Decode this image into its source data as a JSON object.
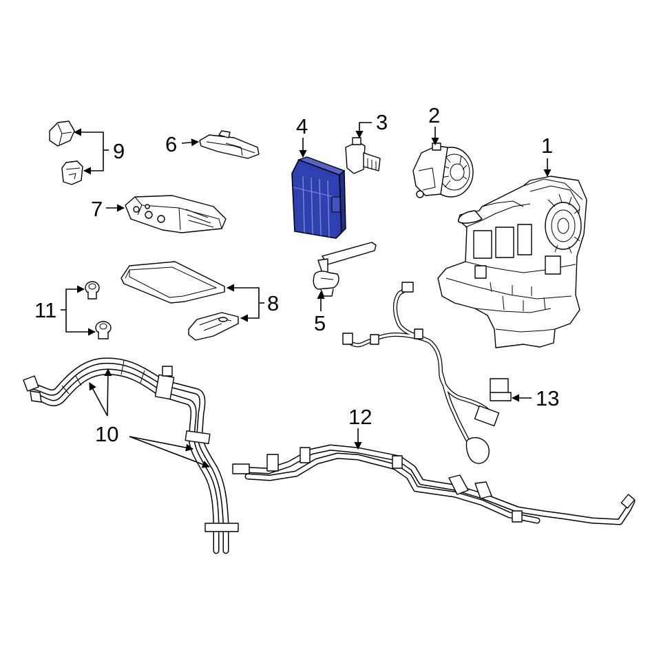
{
  "diagram": {
    "highlight_color": "#2e3fb0",
    "callouts": {
      "c1": "1",
      "c2": "2",
      "c3": "3",
      "c4": "4",
      "c5": "5",
      "c6": "6",
      "c7": "7",
      "c8": "8",
      "c9": "9",
      "c10": "10",
      "c11": "11",
      "c12": "12",
      "c13": "13"
    },
    "parts": [
      {
        "callout": "1",
        "icon": "hvac-housing-icon"
      },
      {
        "callout": "2",
        "icon": "blower-motor-icon"
      },
      {
        "callout": "3",
        "icon": "resistor-icon"
      },
      {
        "callout": "4",
        "icon": "heater-core-icon",
        "highlighted": true
      },
      {
        "callout": "5",
        "icon": "actuator-icon"
      },
      {
        "callout": "6",
        "icon": "seal-icon"
      },
      {
        "callout": "7",
        "icon": "evaporator-icon"
      },
      {
        "callout": "8",
        "icon": "filter-cover-icon"
      },
      {
        "callout": "9",
        "icon": "sensor-icon"
      },
      {
        "callout": "10",
        "icon": "ac-hose-icon"
      },
      {
        "callout": "11",
        "icon": "grommet-icon"
      },
      {
        "callout": "12",
        "icon": "ac-line-icon"
      },
      {
        "callout": "13",
        "icon": "wire-harness-icon"
      }
    ]
  }
}
